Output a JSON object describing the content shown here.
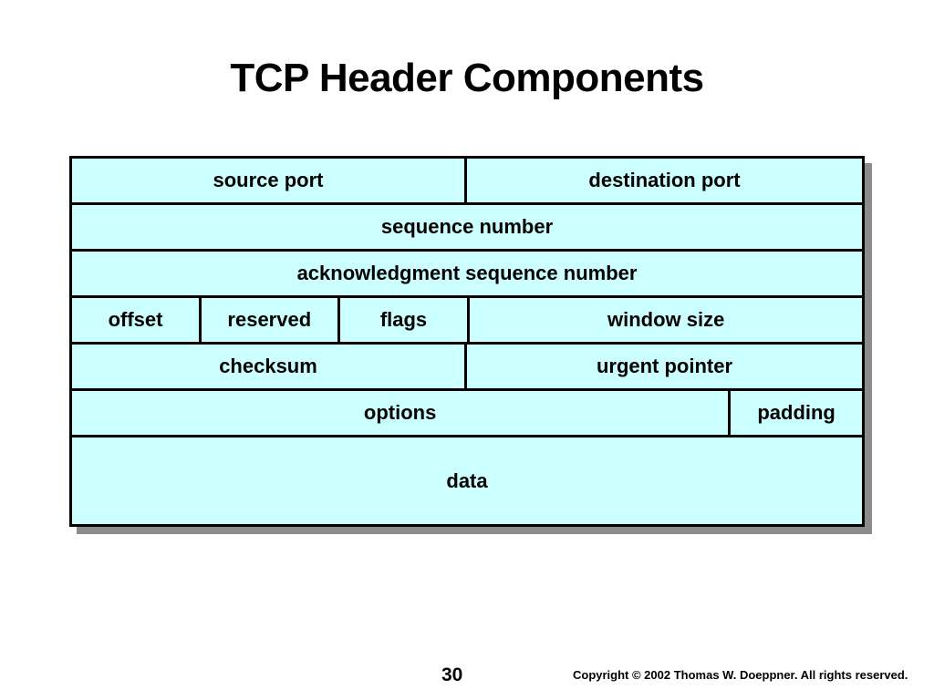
{
  "slide": {
    "title": "TCP Header Components",
    "page_number": "30",
    "copyright": "Copyright © 2002 Thomas W. Doeppner. All rights reserved."
  },
  "colors": {
    "cell_fill": "#CCFFFF",
    "border": "#000000",
    "shadow": "#8C8C8C",
    "text": "#000000",
    "background": "#FFFFFF"
  },
  "chart_data": {
    "type": "table",
    "title": "TCP Header Components",
    "rows": [
      {
        "cells": [
          {
            "label": "source port",
            "width_pct": 50
          },
          {
            "label": "destination port",
            "width_pct": 50
          }
        ]
      },
      {
        "cells": [
          {
            "label": "sequence number",
            "width_pct": 100
          }
        ]
      },
      {
        "cells": [
          {
            "label": "acknowledgment sequence number",
            "width_pct": 100
          }
        ]
      },
      {
        "cells": [
          {
            "label": "offset",
            "width_pct": 16.4
          },
          {
            "label": "reserved",
            "width_pct": 17.5
          },
          {
            "label": "flags",
            "width_pct": 16.5
          },
          {
            "label": "window size",
            "width_pct": 49.6
          }
        ]
      },
      {
        "cells": [
          {
            "label": "checksum",
            "width_pct": 50
          },
          {
            "label": "urgent pointer",
            "width_pct": 50
          }
        ]
      },
      {
        "cells": [
          {
            "label": "options",
            "width_pct": 83.4
          },
          {
            "label": "padding",
            "width_pct": 16.6
          }
        ]
      },
      {
        "tall": true,
        "cells": [
          {
            "label": "data",
            "width_pct": 100
          }
        ]
      }
    ]
  }
}
